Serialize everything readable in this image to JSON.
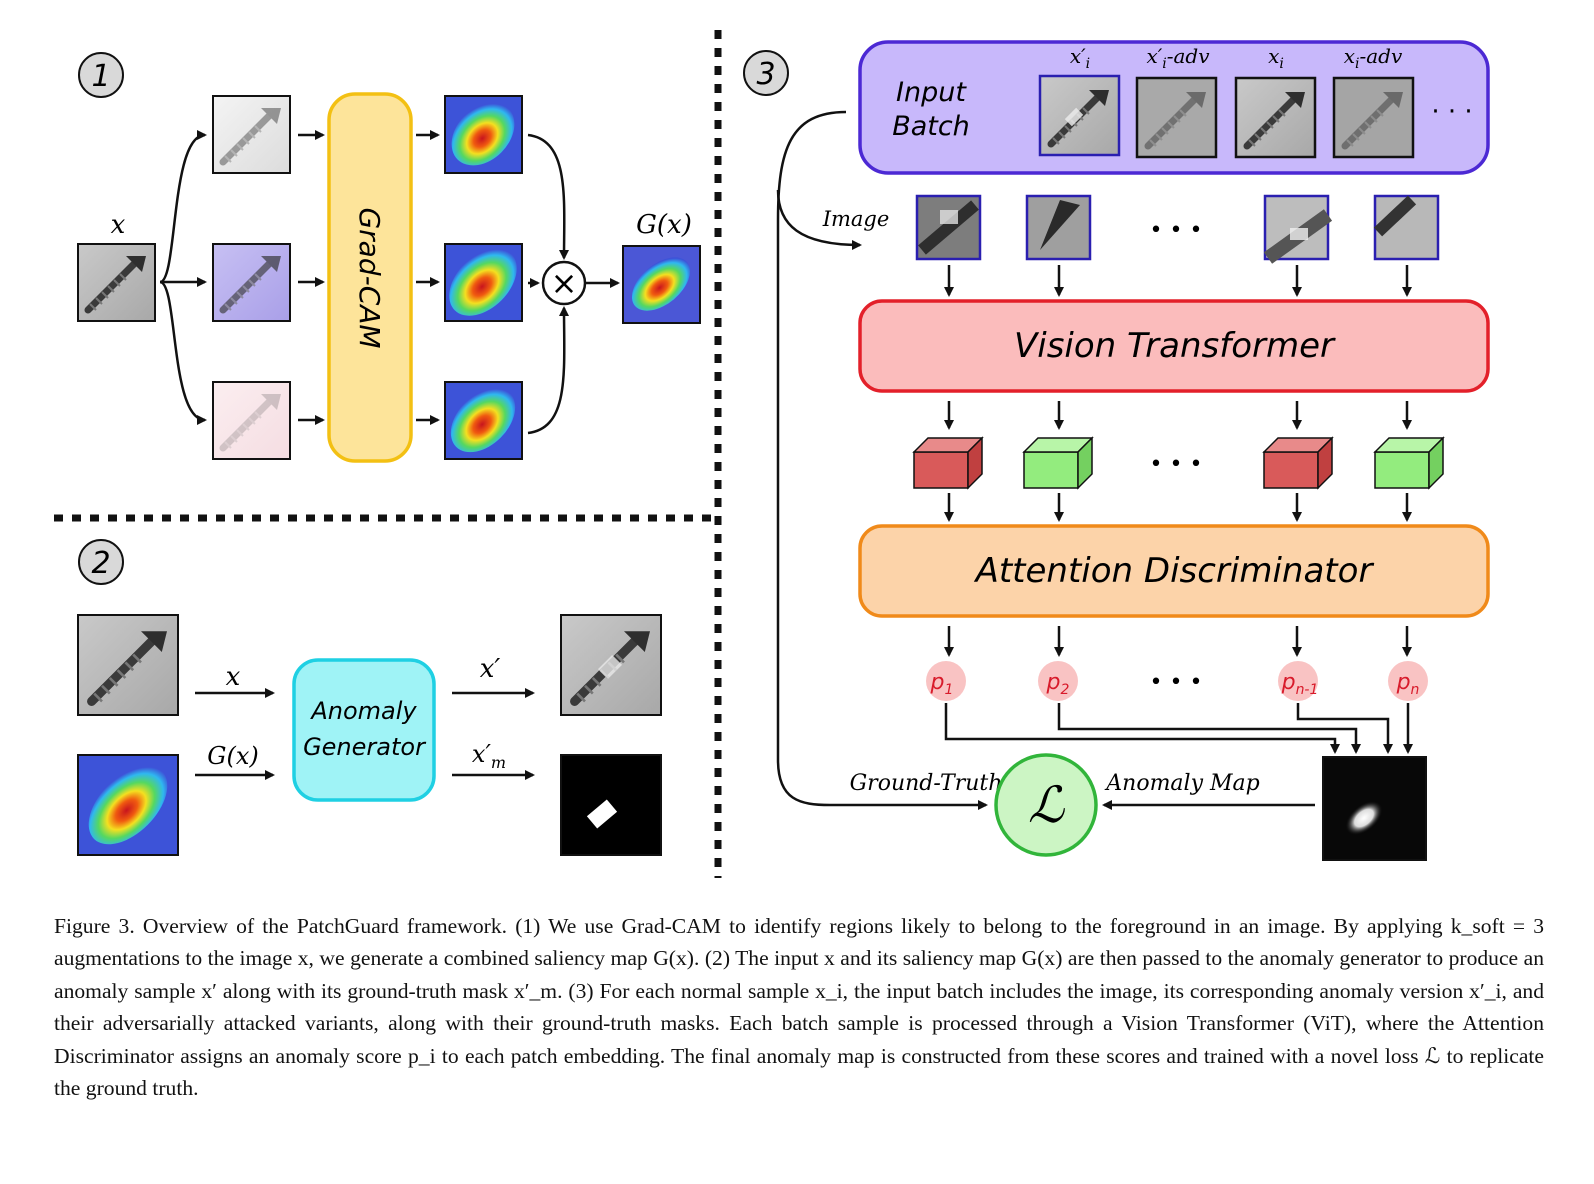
{
  "panel1": {
    "number": "1",
    "input_label": "x",
    "gradcam_label": "Grad-CAM",
    "multiply_symbol": "×",
    "output_label": "G(x)"
  },
  "panel2": {
    "number": "2",
    "x_label": "x",
    "gx_label": "G(x)",
    "generator_line1": "Anomaly",
    "generator_line2": "Generator",
    "xprime_label": "x′",
    "xm_label": "x′",
    "xm_sub": "m"
  },
  "panel3": {
    "number": "3",
    "input_batch_line1": "Input",
    "input_batch_line2": "Batch",
    "batch_labels": [
      {
        "main": "x′",
        "sub": "i",
        "suffix": ""
      },
      {
        "main": "x′",
        "sub": "i",
        "suffix": "-adv"
      },
      {
        "main": "x",
        "sub": "i",
        "suffix": ""
      },
      {
        "main": "x",
        "sub": "i",
        "suffix": "-adv"
      }
    ],
    "batch_ellipsis": "· · ·",
    "image_label": "Image",
    "patch_ellipsis": "• • •",
    "vit_label": "Vision Transformer",
    "embed_ellipsis": "• • •",
    "discriminator_label": "Attention Discriminator",
    "scores": [
      {
        "main": "p",
        "sub": "1"
      },
      {
        "main": "p",
        "sub": "2"
      },
      {
        "main": "p",
        "sub": "n-1"
      },
      {
        "main": "p",
        "sub": "n"
      }
    ],
    "score_ellipsis": "• • •",
    "ground_truth_label": "Ground-Truth",
    "loss_symbol": "ℒ",
    "anomaly_map_label": "Anomaly Map"
  },
  "colors": {
    "gradcam_fill": "#fde49a",
    "gradcam_stroke": "#f3c013",
    "generator_fill": "#9ff3f6",
    "generator_stroke": "#1fd0e3",
    "batch_fill": "#c8b8fb",
    "batch_stroke": "#4c29d4",
    "vit_fill": "#fbbcbc",
    "vit_stroke": "#e3202a",
    "disc_fill": "#fcd3a9",
    "disc_stroke": "#f08a1a",
    "loss_fill": "#ccf5c4",
    "loss_stroke": "#31b53a",
    "score_fill": "#f9c3c3",
    "score_text": "#d81b2b",
    "embed_red": "#d95a5a",
    "embed_green": "#93ec7e"
  },
  "caption": "Figure 3. Overview of the PatchGuard framework. (1) We use Grad-CAM to identify regions likely to belong to the foreground in an image. By applying k_soft = 3 augmentations to the image x, we generate a combined saliency map G(x). (2) The input x and its saliency map G(x) are then passed to the anomaly generator to produce an anomaly sample x′ along with its ground-truth mask x′_m. (3) For each normal sample x_i, the input batch includes the image, its corresponding anomaly version x′_i, and their adversarially attacked variants, along with their ground-truth masks. Each batch sample is processed through a Vision Transformer (ViT), where the Attention Discriminator assigns an anomaly score p_i to each patch embedding. The final anomaly map is constructed from these scores and trained with a novel loss ℒ to replicate the ground truth."
}
